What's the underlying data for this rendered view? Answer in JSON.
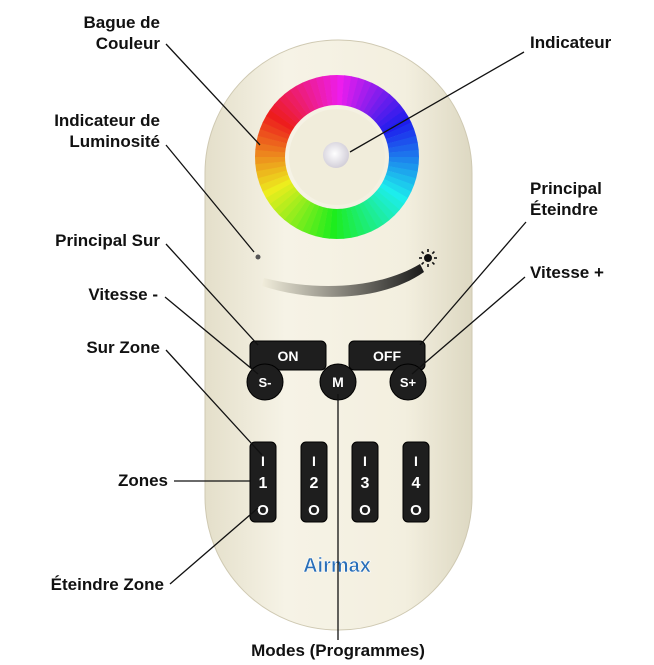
{
  "labels": {
    "color_ring": [
      "Bague de",
      "Couleur"
    ],
    "indicator": "Indicateur",
    "brightness_indicator": [
      "Indicateur de",
      "Luminosité"
    ],
    "main_on": "Principal Sur",
    "main_off": [
      "Principal",
      "Éteindre"
    ],
    "speed_minus": "Vitesse -",
    "speed_plus": "Vitesse +",
    "zone_on": "Sur Zone",
    "zones": "Zones",
    "zone_off": "Éteindre Zone",
    "modes": "Modes (Programmes)"
  },
  "remote": {
    "on_button": "ON",
    "off_button": "OFF",
    "speed_minus_button": "S-",
    "mode_button": "M",
    "speed_plus_button": "S+",
    "zone_on_glyph": "I",
    "zone_off_glyph": "O",
    "zone_numbers": [
      "1",
      "2",
      "3",
      "4"
    ],
    "brand": "Airmax"
  },
  "colors": {
    "remote_body": "#f2eedd",
    "button": "#1e1e1e",
    "button_text": "#ffffff",
    "brand": "#2a6fb8"
  }
}
